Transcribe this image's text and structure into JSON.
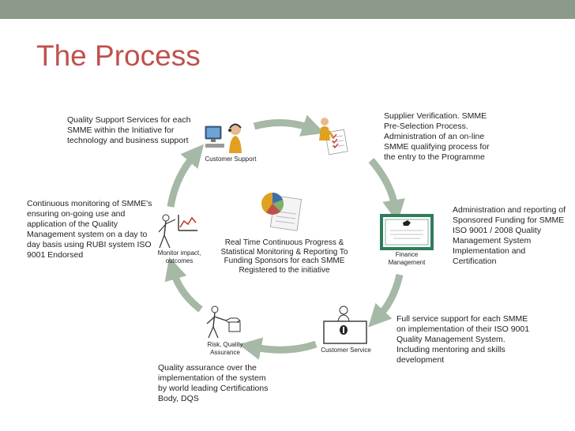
{
  "title": "The Process",
  "center_text": "Real Time Continuous Progress & Statistical Monitoring & Reporting To Funding Sponsors for each SMME Registered to the initiative",
  "nodes": {
    "customer_support": {
      "label": "Customer Support",
      "description": "Quality Support Services for each SMME within the Initiative for technology and business support",
      "icon": "headset-operator-icon"
    },
    "supplier_verification": {
      "description": "Supplier Verification. SMME Pre-Selection Process. Administration of an on-line SMME qualifying process for the entry to the Programme",
      "icon": "checklist-person-icon"
    },
    "finance_management": {
      "label": "Finance Management",
      "description": "Administration and reporting of Sponsored Funding for SMME ISO 9001 / 2008 Quality Management System Implementation and Certification",
      "icon": "certificate-icon"
    },
    "customer_service": {
      "label": "Customer Service",
      "description": "Full service support for each SMME on implementation of their ISO 9001 Quality Management System. Including mentoring and skills development",
      "icon": "service-desk-icon"
    },
    "risk_quality": {
      "label": "Risk, Quality Assurance",
      "description": "Quality assurance over the implementation of the system by world leading Certifications Body, DQS",
      "icon": "inspector-box-icon"
    },
    "monitor_impact": {
      "label": "Monitor impact, outcomes",
      "description": "Continuous monitoring of SMME's ensuring on-going use and application of the Quality Management system on a day to day basis using RUBI system ISO 9001 Endorsed",
      "icon": "presenter-chart-icon"
    }
  },
  "colors": {
    "title": "#c0504d",
    "arrow": "#a6b8a6",
    "topbar": "#8c9a8c"
  }
}
